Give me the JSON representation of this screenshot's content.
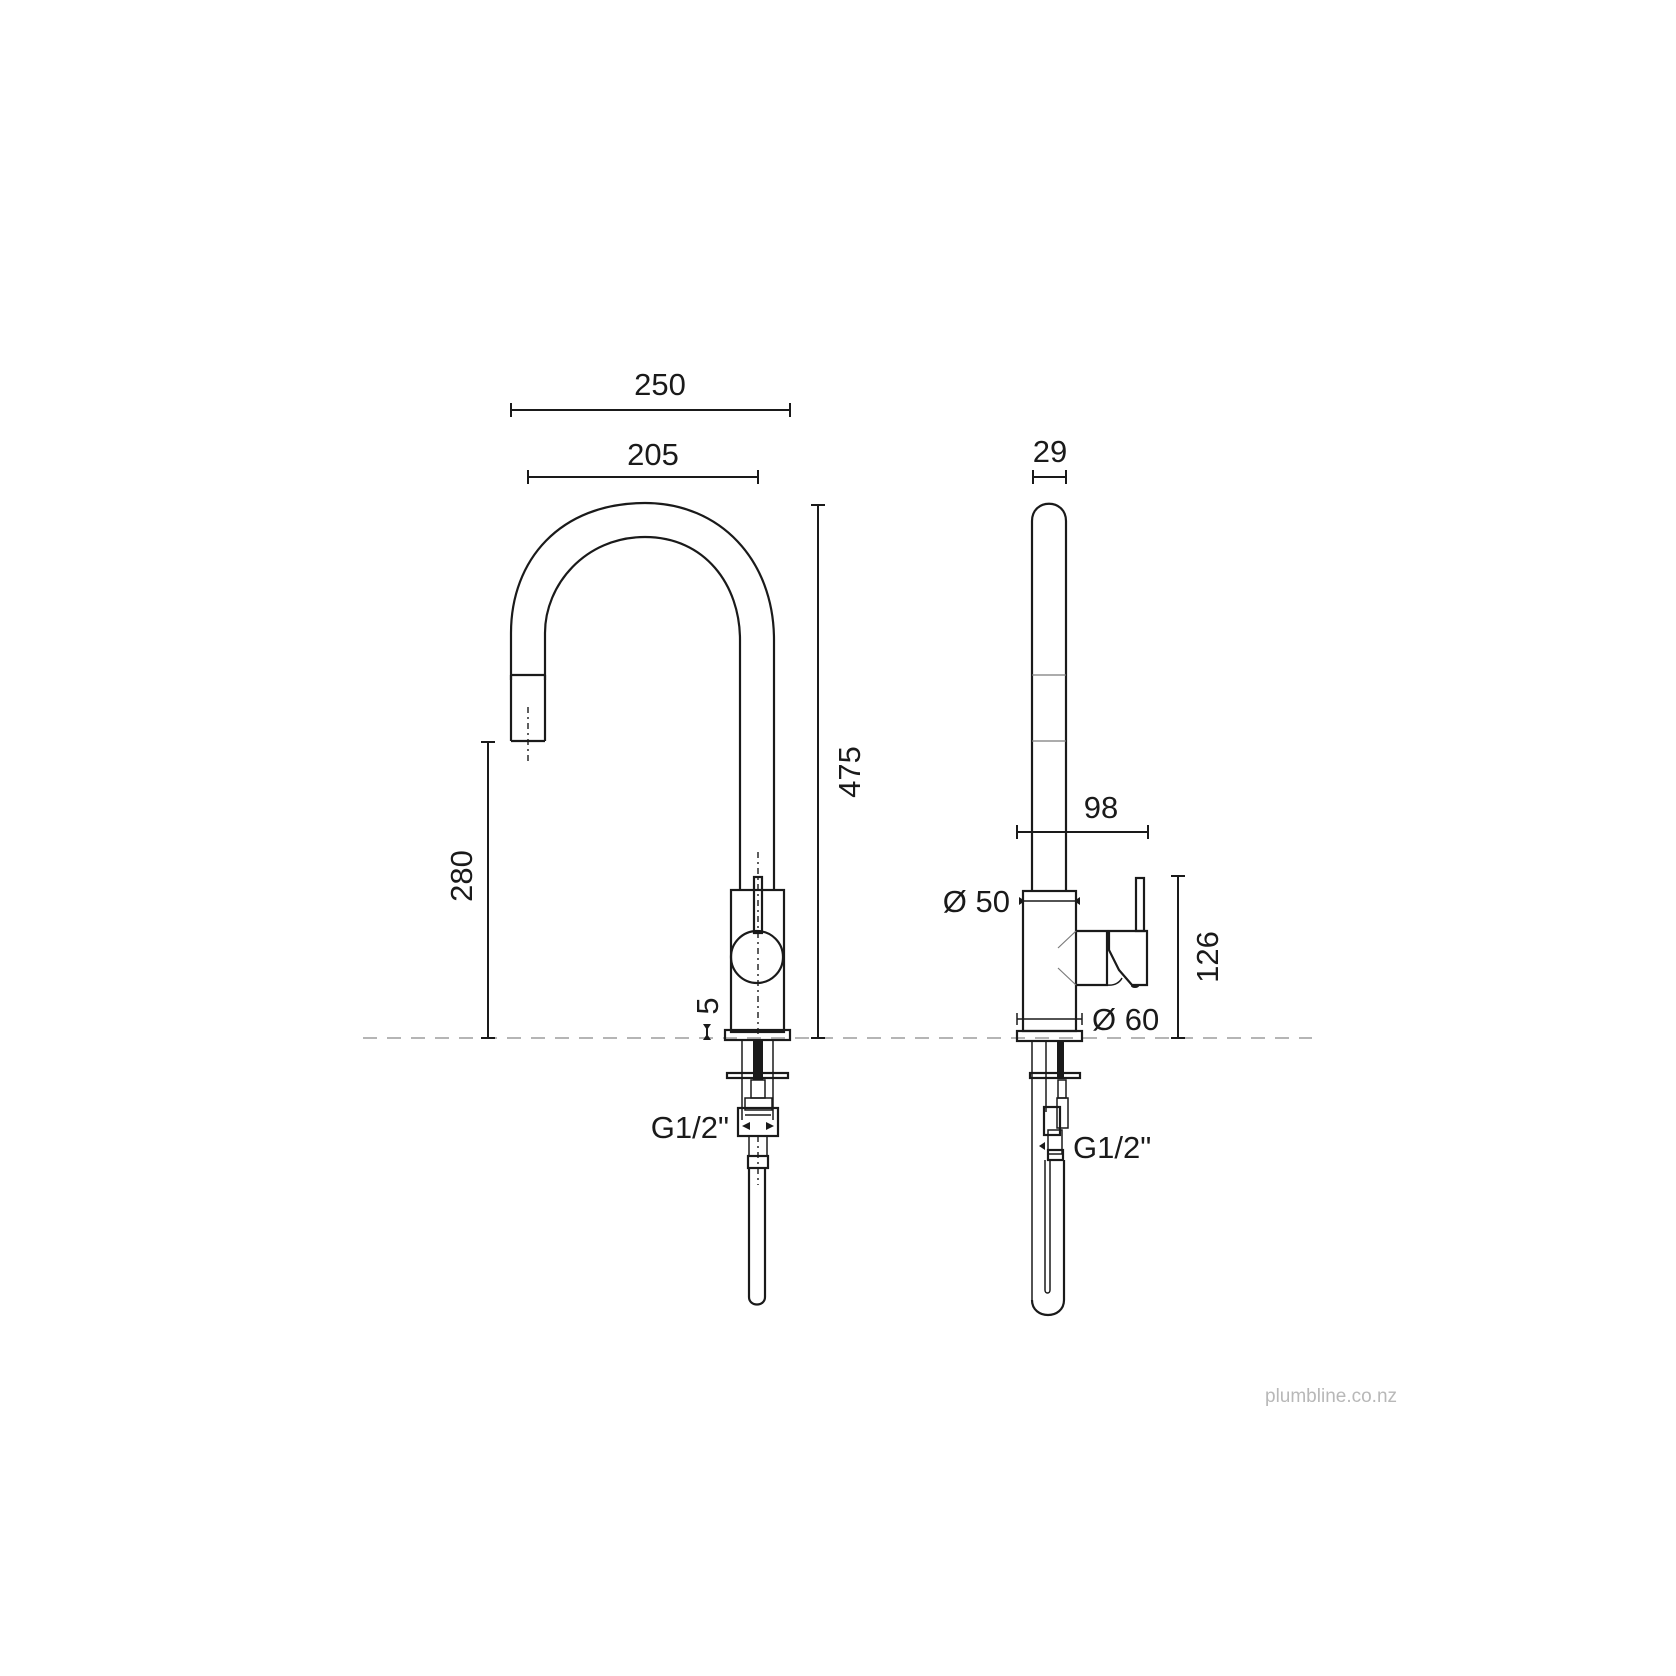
{
  "drawing": {
    "baseline": "worktop-reference-line",
    "front_view": {
      "dimensions": {
        "overall_reach": "250",
        "spout_arc_width": "205",
        "overall_height": "475",
        "spout_outlet_height": "280",
        "base_plate_thickness": "5",
        "connection_thread": "G1/2\""
      }
    },
    "side_view": {
      "dimensions": {
        "spout_diameter": "29",
        "lever_projection": "98",
        "body_diameter": "Ø 50",
        "base_diameter": "Ø 60",
        "body_height": "126",
        "connection_thread": "G1/2\""
      }
    }
  },
  "watermark": {
    "text": "plumbline.co.nz"
  },
  "colors": {
    "line": "#1a1a1a",
    "baseline_dash": "#b5b5b5",
    "watermark": "#b8b8b8",
    "background": "#ffffff"
  }
}
